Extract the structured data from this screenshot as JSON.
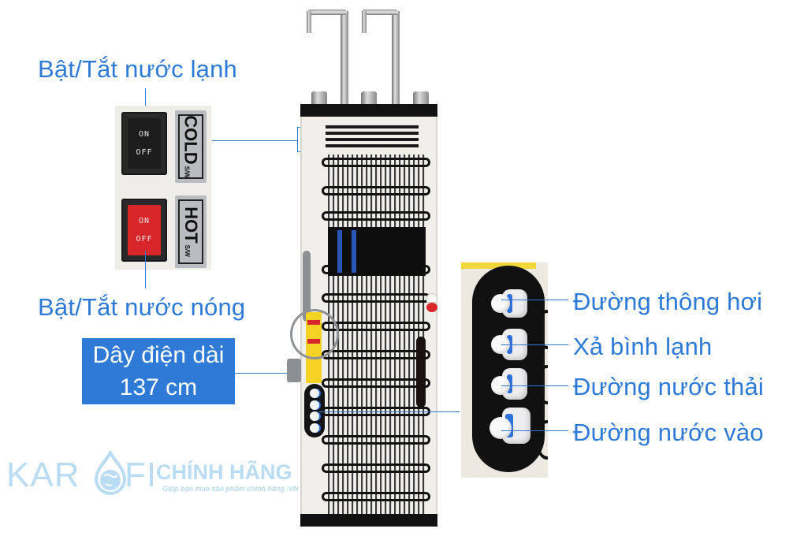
{
  "labels": {
    "cold_switch": "Bật/Tắt nước lạnh",
    "hot_switch": "Bật/Tắt nước nóng",
    "power_cord_line1": "Dây điện dài",
    "power_cord_line2": "137 cm",
    "vent_line": "Đường thông hơi",
    "cold_drain": "Xả bình lạnh",
    "waste_water_line": "Đường nước thải",
    "water_inlet_line": "Đường nước vào"
  },
  "switch_panel": {
    "cold": {
      "on": "ON",
      "off": "OFF",
      "tag": "COLD",
      "tag_sub": "S/W",
      "color": "#1d1d1d"
    },
    "hot": {
      "on": "ON",
      "off": "OFF",
      "tag": "HOT",
      "tag_sub": "S/W",
      "color": "#d8262a"
    }
  },
  "watermark": {
    "brand_left": "KAR",
    "brand_right": "FI",
    "authentic": "CHÍNH HÃNG",
    "tagline": "Giúp bạn mua sản phẩm chính hãng .VN"
  },
  "colors": {
    "accent": "#2f7ad6",
    "watermark": "#b9dcf3",
    "background": "#ffffff"
  }
}
